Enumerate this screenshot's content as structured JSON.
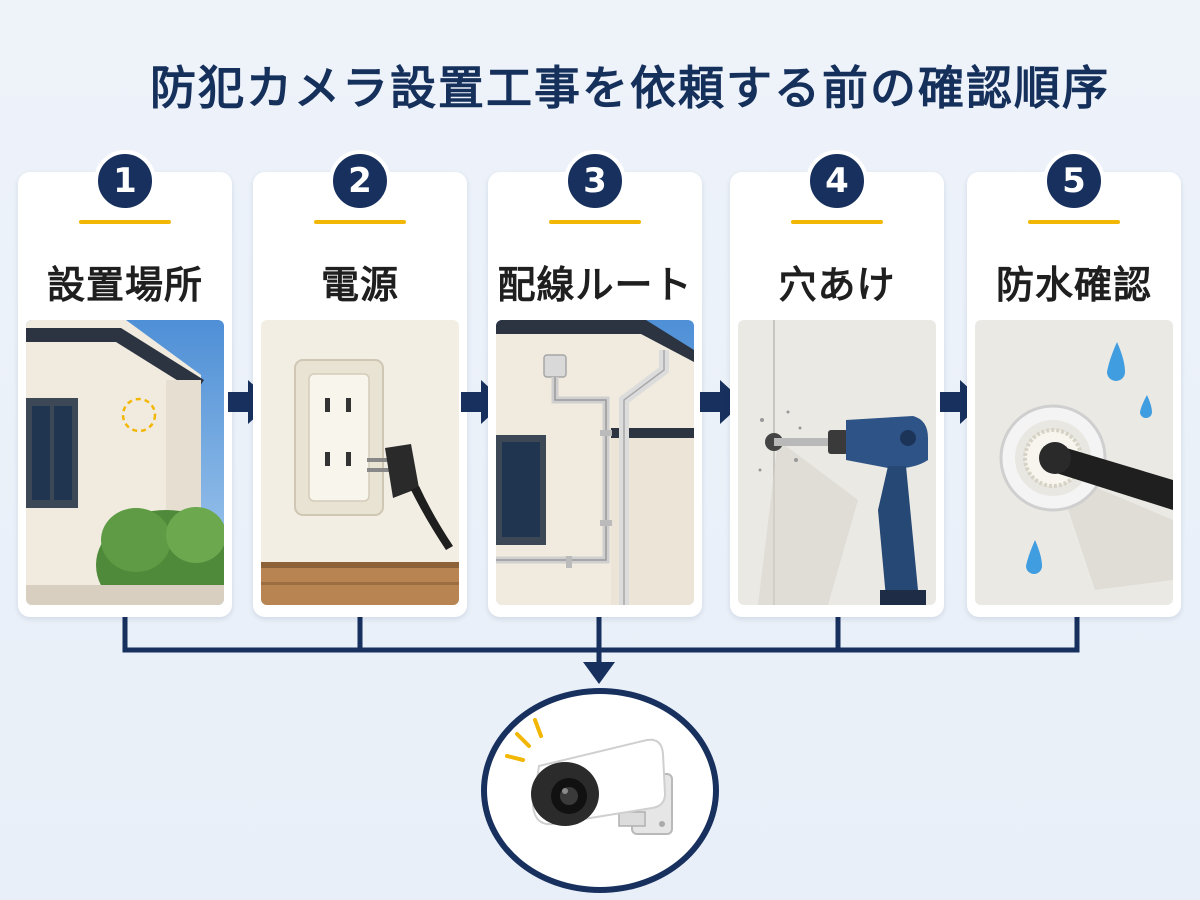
{
  "title": "防犯カメラ設置工事を依頼する前の確認順序",
  "colors": {
    "navy": "#17305e",
    "accent_yellow": "#f2b705",
    "card_bg": "#ffffff",
    "water_blue": "#3f9de0"
  },
  "steps": [
    {
      "number": "1",
      "label": "設置場所",
      "icon": "house-location-icon"
    },
    {
      "number": "2",
      "label": "電源",
      "icon": "power-outlet-icon"
    },
    {
      "number": "3",
      "label": "配線ルート",
      "icon": "wiring-conduit-icon"
    },
    {
      "number": "4",
      "label": "穴あけ",
      "icon": "drill-icon"
    },
    {
      "number": "5",
      "label": "防水確認",
      "icon": "waterproof-seal-icon"
    }
  ],
  "result_icon": "security-camera-icon"
}
